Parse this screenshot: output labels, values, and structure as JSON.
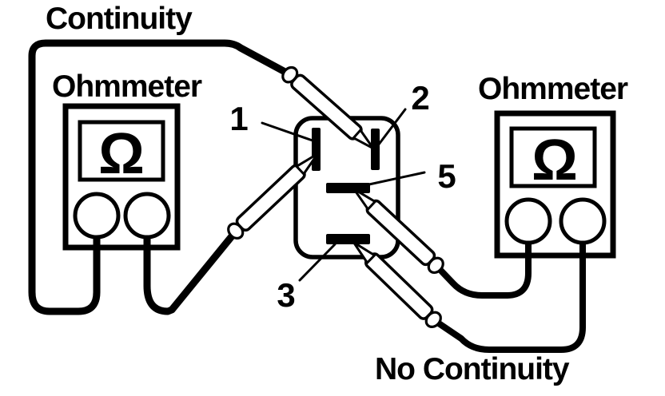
{
  "diagram": {
    "top_label": "Continuity",
    "bottom_label": "No Continuity",
    "left_meter": {
      "label": "Ohmmeter",
      "display_symbol": "Ω"
    },
    "right_meter": {
      "label": "Ohmmeter",
      "display_symbol": "Ω"
    },
    "terminals": {
      "t1": "1",
      "t2": "2",
      "t3": "3",
      "t5": "5"
    },
    "colors": {
      "ink": "#000000",
      "paper": "#ffffff"
    }
  }
}
